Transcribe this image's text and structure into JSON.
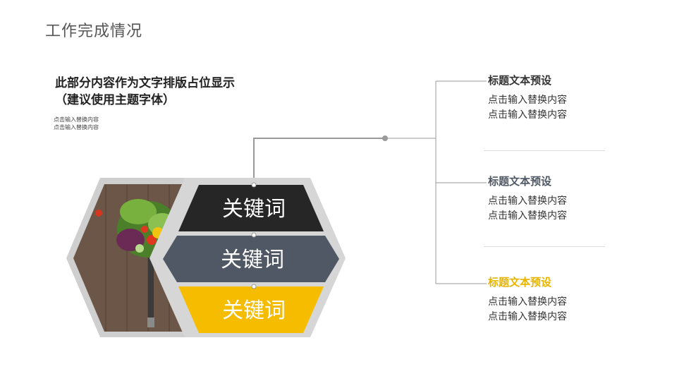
{
  "page": {
    "title": "工作完成情况"
  },
  "intro": {
    "heading_line1": "此部分内容作为文字排版占位显示",
    "heading_line2": "（建议使用主题字体）",
    "small_line1": "点击输入替换内容",
    "small_line2": "点击输入替换内容"
  },
  "keywords": [
    {
      "label": "关键词",
      "color": "#262626"
    },
    {
      "label": "关键词",
      "color": "#4f5864"
    },
    {
      "label": "关键词",
      "color": "#f6bd00"
    }
  ],
  "image": {
    "icon": "salad-photo"
  },
  "items": [
    {
      "title": "标题文本预设",
      "line1": "点击输入替换内容",
      "line2": "点击输入替换内容",
      "title_color": "#333333"
    },
    {
      "title": "标题文本预设",
      "line1": "点击输入替换内容",
      "line2": "点击输入替换内容",
      "title_color": "#4f5864"
    },
    {
      "title": "标题文本预设",
      "line1": "点击输入替换内容",
      "line2": "点击输入替换内容",
      "title_color": "#e8b400"
    }
  ]
}
